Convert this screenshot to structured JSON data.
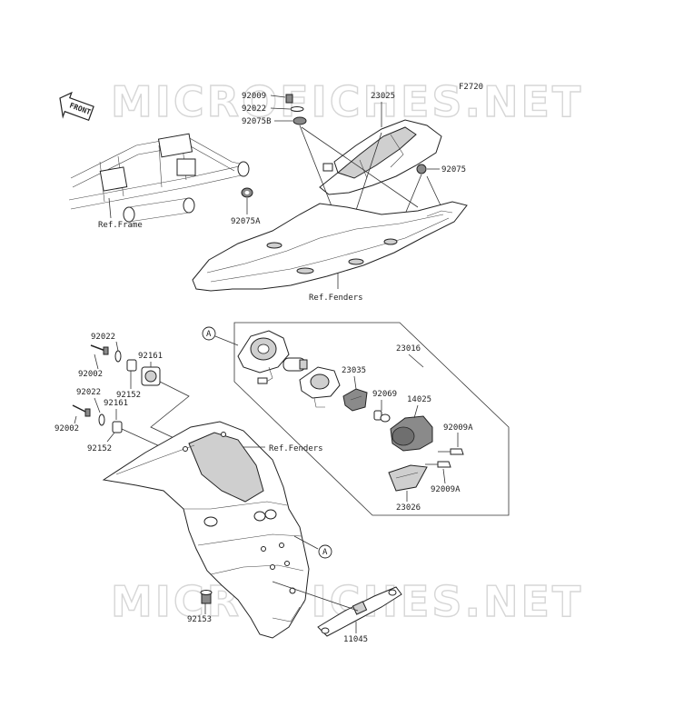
{
  "figure_code": "F2720",
  "watermark": "MICROFICHES.NET",
  "front_badge": "FRONT",
  "callout_marker": "A",
  "refs": {
    "frame": "Ref.Frame",
    "fenders_top": "Ref.Fenders",
    "fenders_bottom": "Ref.Fenders"
  },
  "parts": {
    "p92009": "92009",
    "p92022_top": "92022",
    "p92075B": "92075B",
    "p23025": "23025",
    "p92075": "92075",
    "p92075A": "92075A",
    "p23016": "23016",
    "p23035": "23035",
    "p92069": "92069",
    "p14025": "14025",
    "p92009A_1": "92009A",
    "p92009A_2": "92009A",
    "p23026": "23026",
    "p92022_a": "92022",
    "p92002_a": "92002",
    "p92152_a": "92152",
    "p92161_a": "92161",
    "p92022_b": "92022",
    "p92161_b": "92161",
    "p92002_b": "92002",
    "p92152_b": "92152",
    "p92153": "92153",
    "p11045": "11045"
  }
}
